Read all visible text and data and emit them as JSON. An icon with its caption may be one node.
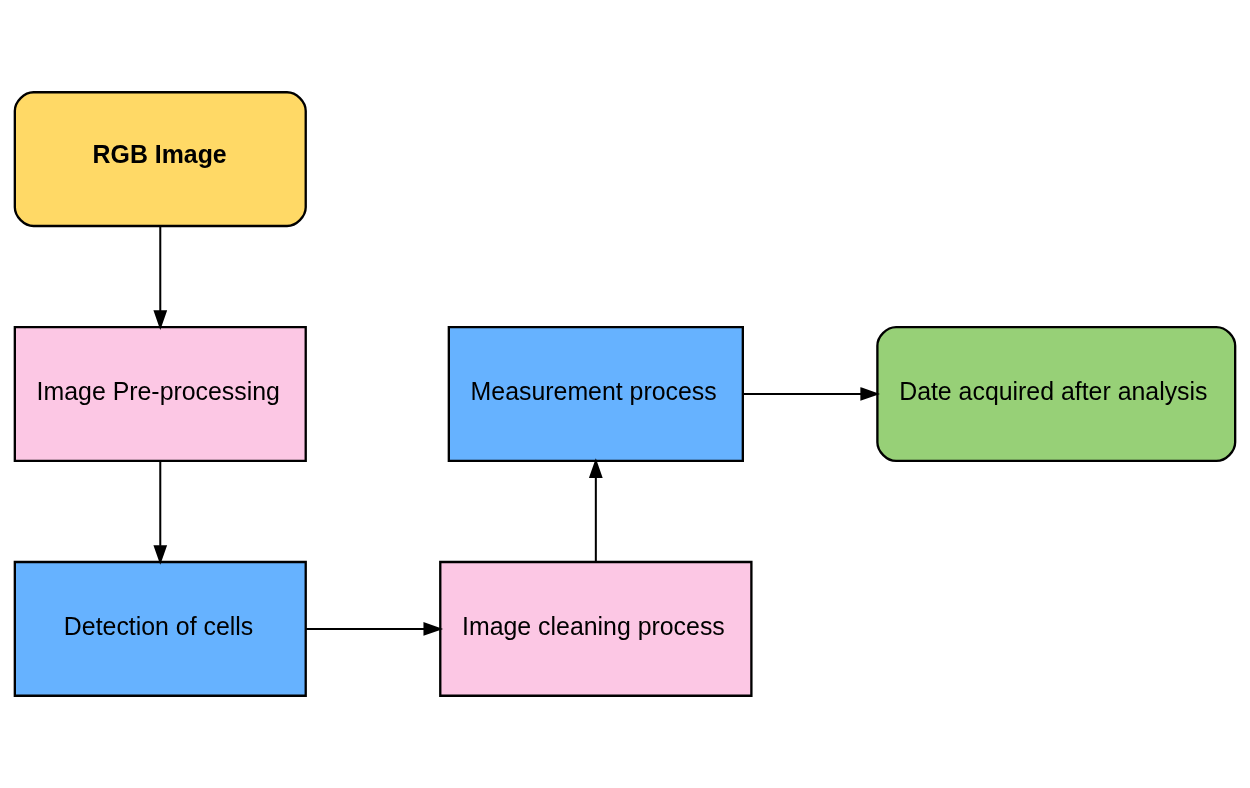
{
  "diagram": {
    "nodes": [
      {
        "text": [
          "RGB Image"
        ]
      },
      {
        "text": [
          "Image Pre-processing"
        ]
      },
      {
        "text": [
          "Detection of cells"
        ]
      },
      {
        "text": [
          "Image cleaning process"
        ]
      },
      {
        "text": [
          "Measurement process"
        ]
      },
      {
        "text": [
          "Date acquired after analysis"
        ]
      }
    ],
    "edges": [
      {
        "from": 0,
        "to": 1,
        "arrow": "to"
      },
      {
        "from": 1,
        "to": 2,
        "arrow": "to"
      },
      {
        "from": 2,
        "to": 3,
        "arrow": "to"
      },
      {
        "from": 3,
        "to": 4,
        "arrow": "to"
      },
      {
        "from": 4,
        "to": 5,
        "arrow": "to"
      }
    ]
  }
}
